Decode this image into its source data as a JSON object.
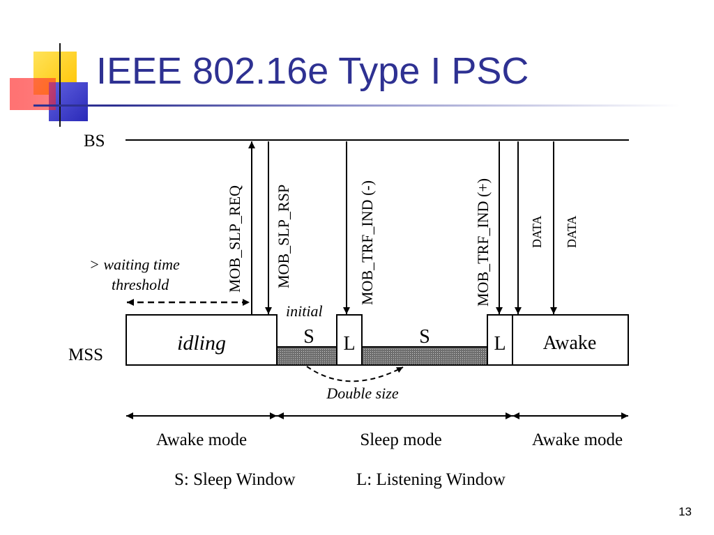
{
  "slide": {
    "title": "IEEE 802.16e Type I PSC",
    "page_number": "13"
  },
  "diagram": {
    "bs_label": "BS",
    "mss_label": "MSS",
    "messages": {
      "slp_req": "MOB_SLP_REQ",
      "slp_rsp": "MOB_SLP_RSP",
      "trf_ind_neg": "MOB_TRF_IND (-)",
      "trf_ind_pos": "MOB_TRF_IND (+)",
      "data_1": "DATA",
      "data_2": "DATA"
    },
    "waiting_threshold": [
      "> waiting time",
      "threshold"
    ],
    "initial_label": "initial",
    "double_size_label": "Double size",
    "states": {
      "idling": "idling",
      "sleep_1": "S",
      "listen_1": "L",
      "sleep_2": "S",
      "listen_2": "L",
      "awake": "Awake"
    },
    "modes": [
      "Awake mode",
      "Sleep mode",
      "Awake mode"
    ],
    "legend": {
      "sleep": "S: Sleep Window",
      "listen": "L: Listening Window"
    }
  },
  "colors": {
    "title": "#2e3192",
    "logo_yellow": "#ffd21f",
    "logo_red": "#ff3b3b",
    "logo_blue": "#3f3fd0",
    "sleep_fill": "#7a7a7a"
  }
}
